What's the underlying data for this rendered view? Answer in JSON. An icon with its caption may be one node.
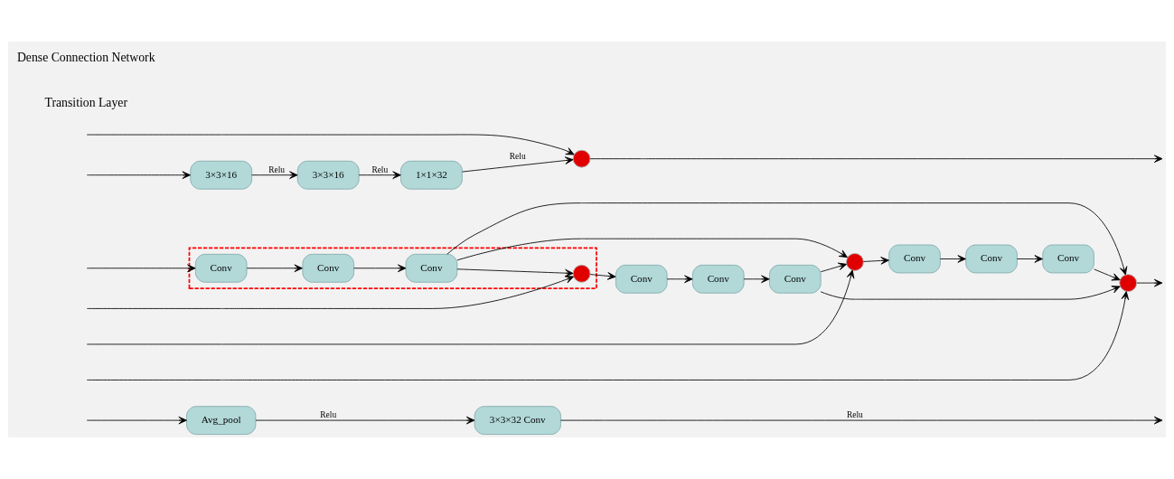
{
  "diagram": {
    "nodes": [
      {
        "text": [
          "Avg_pool"
        ]
      },
      {
        "text": [
          "3×3×32 Conv"
        ]
      },
      {
        "text": [],
        "shape": "box"
      },
      {
        "text": [
          "Conv"
        ],
        "in": 2
      },
      {
        "text": [
          "Conv"
        ],
        "in": 2
      },
      {
        "text": [
          "Conv"
        ],
        "in": 2
      },
      {
        "text": [],
        "shape": "circle",
        "in": 2
      },
      {
        "text": [
          "Conv"
        ]
      },
      {
        "text": [
          "Conv"
        ]
      },
      {
        "text": [
          "Conv"
        ]
      },
      {
        "text": [],
        "shape": "circle"
      },
      {
        "text": [
          "Conv"
        ]
      },
      {
        "text": [
          "Conv"
        ]
      },
      {
        "text": [
          "Conv"
        ]
      },
      {
        "text": [],
        "shape": "circle"
      },
      {
        "text": [
          "3×3×16"
        ]
      },
      {
        "text": [
          "3×3×16"
        ]
      },
      {
        "text": [
          "1×1×32"
        ]
      },
      {
        "text": [],
        "shape": "circle"
      }
    ],
    "edges": [
      {
        "from": null,
        "to": 0,
        "arrow": "to"
      },
      {
        "from": 0,
        "to": 1,
        "arrow": "to",
        "label": "Relu"
      },
      {
        "from": 1,
        "to": null,
        "arrow": "to",
        "label": "Relu"
      },
      {
        "from": null,
        "to": 3,
        "arrow": "to"
      },
      {
        "from": 3,
        "to": 4,
        "arrow": "to"
      },
      {
        "from": 4,
        "to": 5,
        "arrow": "to"
      },
      {
        "from": 5,
        "to": 6,
        "arrow": "to"
      },
      {
        "from": null,
        "to": 6,
        "arrow": "to"
      },
      {
        "from": 6,
        "to": 7,
        "arrow": "to"
      },
      {
        "from": 7,
        "to": 8,
        "arrow": "to"
      },
      {
        "from": 8,
        "to": 9,
        "arrow": "to"
      },
      {
        "from": 9,
        "to": 10,
        "arrow": "to"
      },
      {
        "from": null,
        "to": 10,
        "arrow": "to"
      },
      {
        "from": 5,
        "to": 10,
        "arrow": "to"
      },
      {
        "from": 10,
        "to": 11,
        "arrow": "to"
      },
      {
        "from": 11,
        "to": 12,
        "arrow": "to"
      },
      {
        "from": 12,
        "to": 13,
        "arrow": "to"
      },
      {
        "from": 13,
        "to": 14,
        "arrow": "to"
      },
      {
        "from": null,
        "to": 14,
        "arrow": "to"
      },
      {
        "from": 5,
        "to": 14,
        "arrow": "to"
      },
      {
        "from": 9,
        "to": 14,
        "arrow": "to"
      },
      {
        "from": 14,
        "to": null,
        "arrow": "to"
      },
      {
        "from": null,
        "to": 15,
        "arrow": "to"
      },
      {
        "from": 15,
        "to": 16,
        "arrow": "to",
        "label": "Relu"
      },
      {
        "from": 16,
        "to": 17,
        "arrow": "to",
        "label": "Relu"
      },
      {
        "from": 17,
        "to": 18,
        "arrow": "to",
        "label": "Relu"
      },
      {
        "from": 18,
        "to": null,
        "arrow": "to"
      },
      {
        "from": null,
        "to": 18,
        "arrow": "to"
      }
    ],
    "labels": [
      "Transition Layer",
      "Dense Connection Network"
    ]
  }
}
